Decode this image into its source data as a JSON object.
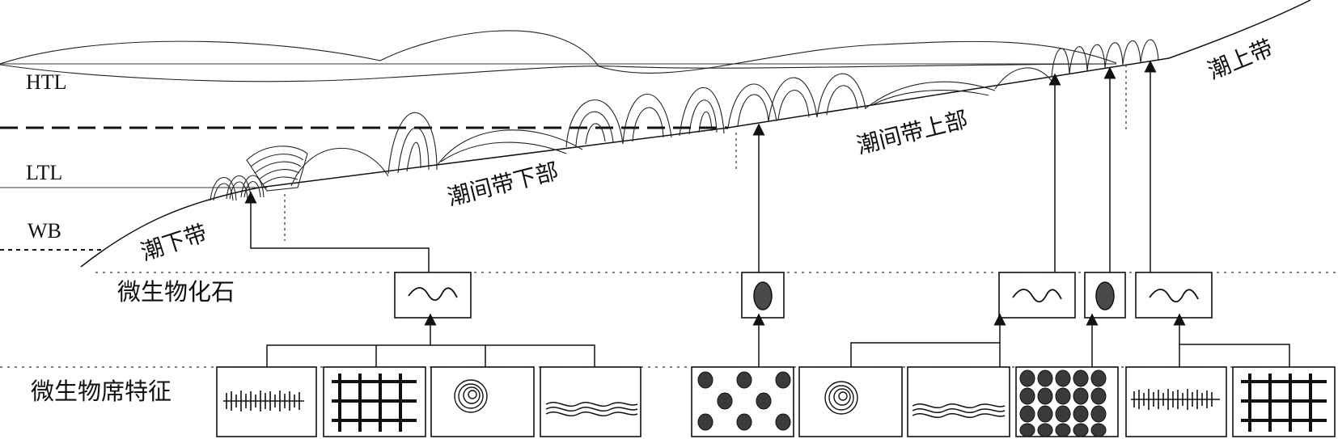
{
  "levels": {
    "htl": "HTL",
    "ltl": "LTL",
    "wb": "WB"
  },
  "zones": {
    "subtidal": "潮下带",
    "lower_intertidal": "潮间带下部",
    "upper_intertidal": "潮间带上部",
    "supratidal": "潮上带"
  },
  "rows": {
    "fossils": "微生物化石",
    "mat_features": "微生物席特征"
  },
  "colors": {
    "ink": "#111111",
    "fossil_fill": "#4a4a4a",
    "mat_dot_fill": "#3a3a3a"
  },
  "icons": {
    "wavy_fossil": "wavy-lamina-icon",
    "oval_fossil": "oval-body-icon",
    "vertical_filaments": "vertical-filament-icon",
    "mesh": "filament-mesh-icon",
    "spiral": "spiral-tuft-icon",
    "horizontal_mat": "horizontal-mat-icon",
    "sparse_dots": "sparse-coccoid-icon",
    "dense_dots": "dense-coccoid-icon"
  }
}
